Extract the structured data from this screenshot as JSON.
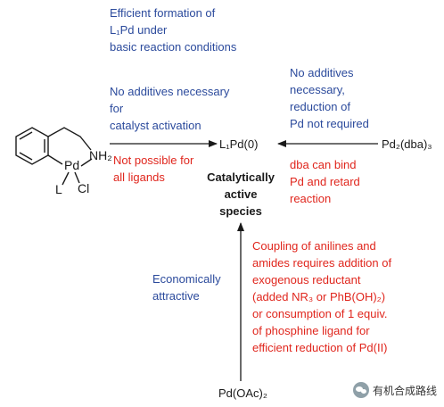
{
  "left_block_blue": {
    "lines": [
      "Efficient formation of",
      "L₁Pd under",
      "basic reaction conditions",
      "",
      "No additives necessary",
      "for",
      "catalyst activation"
    ]
  },
  "left_block_red": {
    "lines": [
      "Not possible for",
      "all ligands"
    ]
  },
  "right_block_blue": {
    "lines": [
      "No additives",
      "necessary,",
      "reduction of",
      "Pd not required"
    ]
  },
  "right_block_red": {
    "lines": [
      "dba can bind",
      "Pd and retard",
      "reaction"
    ]
  },
  "bottom_block_blue": {
    "lines": [
      "Economically",
      "attractive"
    ]
  },
  "bottom_block_red": {
    "lines": [
      "Coupling of anilines and",
      "amides requires addition of",
      "exogenous reductant",
      "(added NR₃ or PhB(OH)₂)",
      "or consumption of 1 equiv.",
      "of phosphine ligand for",
      "efficient reduction of Pd(II)"
    ]
  },
  "center": {
    "species": "L₁Pd(0)",
    "label_lines": [
      "Catalytically",
      "active",
      "species"
    ]
  },
  "sources": {
    "dba": "Pd₂(dba)₃",
    "oac": "Pd(OAc)₂"
  },
  "precatalyst": {
    "pd": "Pd",
    "nh2": "NH₂",
    "l": "L",
    "cl": "Cl"
  },
  "colors": {
    "blue": "#2b4a9c",
    "red": "#e0261d",
    "black": "#1a1a1a"
  },
  "watermark": {
    "text": "有机合成路线",
    "icon": "wechat-icon"
  }
}
